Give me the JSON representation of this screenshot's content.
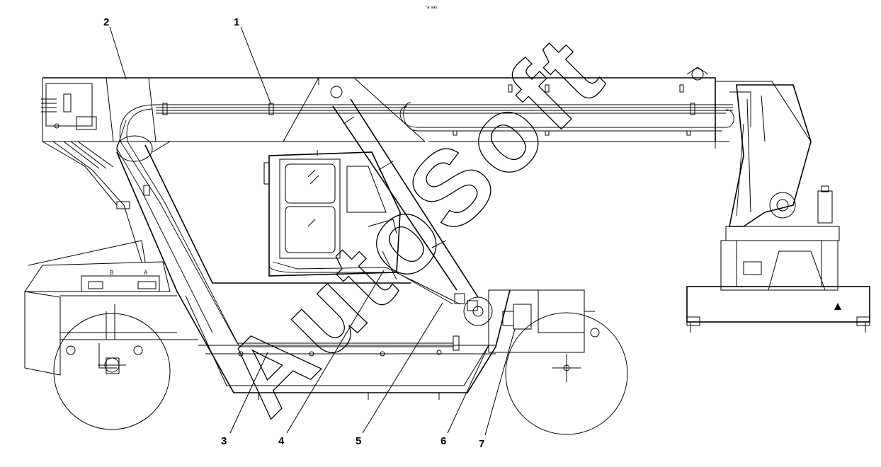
{
  "header_text": "⁼a sas",
  "watermark": "AutoSoft",
  "callouts": [
    {
      "id": "1",
      "label": "1"
    },
    {
      "id": "2",
      "label": "2"
    },
    {
      "id": "3",
      "label": "3"
    },
    {
      "id": "4",
      "label": "4"
    },
    {
      "id": "5",
      "label": "5"
    },
    {
      "id": "6",
      "label": "6"
    },
    {
      "id": "7",
      "label": "7"
    }
  ],
  "plate_labels": {
    "a": "A",
    "b": "B"
  },
  "colors": {
    "line": "#000000",
    "background": "#ffffff"
  }
}
